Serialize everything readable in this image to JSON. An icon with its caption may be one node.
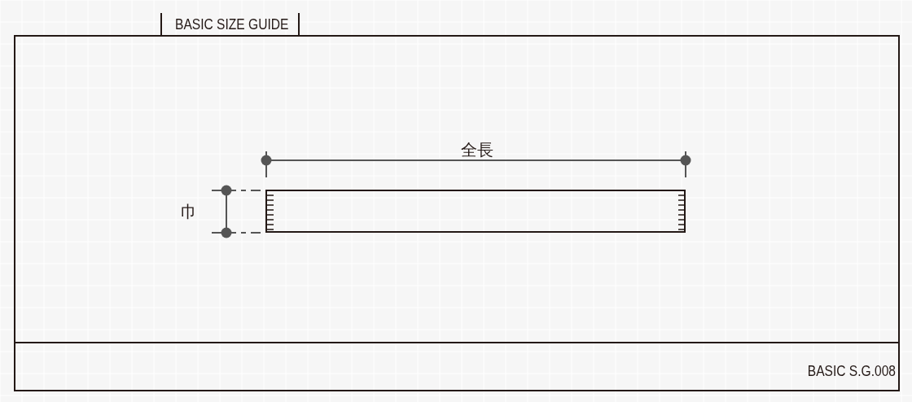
{
  "diagram": {
    "title": "BASIC SIZE GUIDE",
    "labels": [
      "全長",
      "巾",
      "BASIC S.G.008"
    ]
  }
}
